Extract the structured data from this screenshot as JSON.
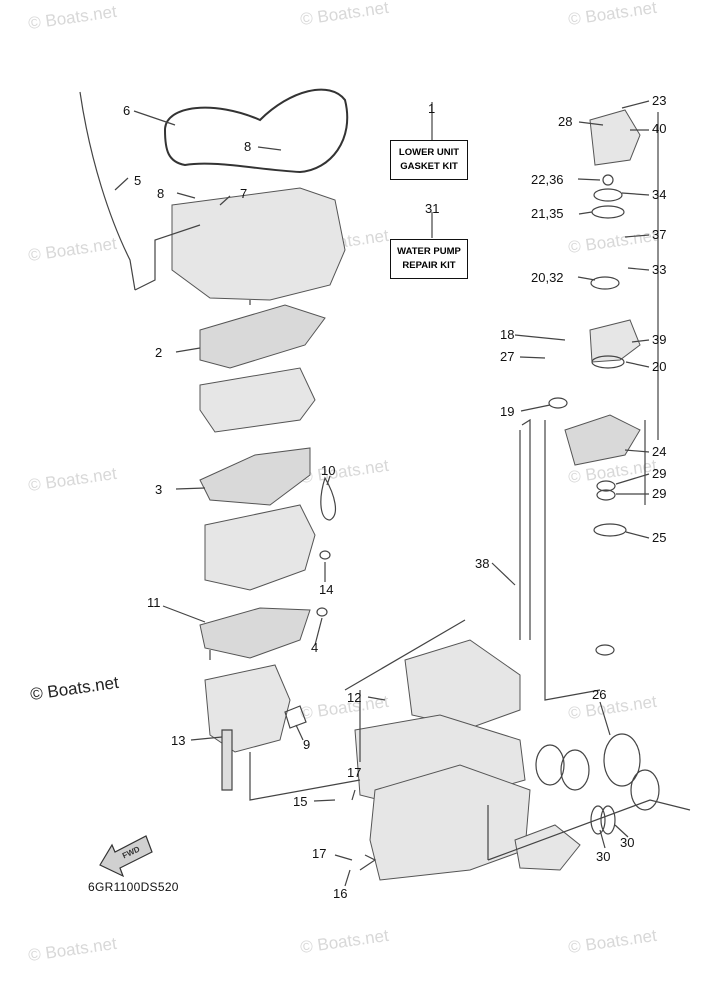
{
  "diagram_code": "6GR1100DS520",
  "brand_mark": "© Boats.net",
  "watermark_text": "© Boats.net",
  "fwd_label": "FWD",
  "kits": [
    {
      "number": "1",
      "line1": "LOWER UNIT",
      "line2": "GASKET KIT"
    },
    {
      "number": "31",
      "line1": "WATER PUMP",
      "line2": "REPAIR KIT"
    }
  ],
  "callouts": [
    "1",
    "2",
    "3",
    "4",
    "5",
    "6",
    "7",
    "8",
    "8",
    "9",
    "10",
    "11",
    "12",
    "13",
    "14",
    "15",
    "16",
    "17",
    "17",
    "18",
    "19",
    "20",
    "20,32",
    "21,35",
    "22,36",
    "23",
    "24",
    "25",
    "26",
    "27",
    "28",
    "29",
    "29",
    "30",
    "30",
    "31",
    "33",
    "34",
    "37",
    "38",
    "39",
    "40"
  ]
}
